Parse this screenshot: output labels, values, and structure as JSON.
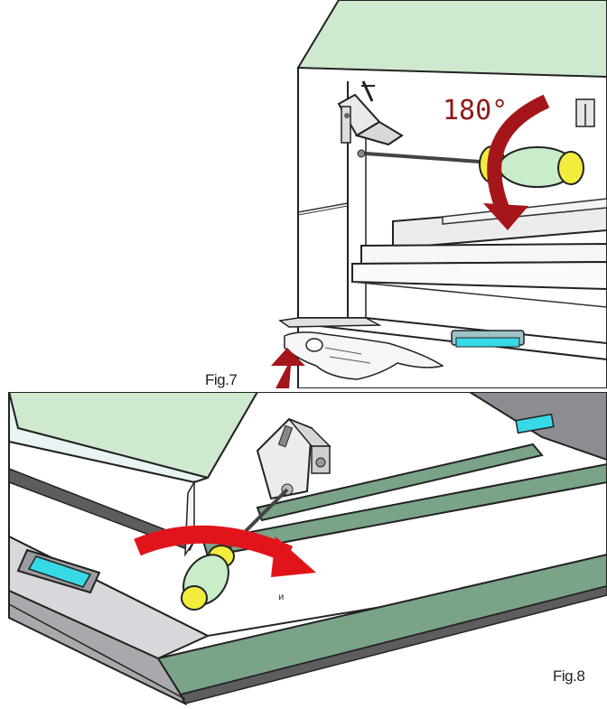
{
  "figures": [
    {
      "label": "Fig.7",
      "annotation": "180°"
    },
    {
      "label": "Fig.8",
      "annotation": ""
    }
  ],
  "colors": {
    "panel_green": "#cfe9cf",
    "rail_green": "#7aa388",
    "handle_green": "#c9ecc9",
    "handle_yellow": "#f2ec3c",
    "cyan_window": "#38d9e6",
    "arrow_dark_red": "#a4161a",
    "arrow_red": "#e1141b",
    "metal_grey": "#a9a9ad",
    "line": "#222222"
  },
  "icons": [
    "screwdriver-icon",
    "rotation-arrow-icon",
    "push-arrow-icon",
    "hand-icon",
    "bracket-icon"
  ]
}
